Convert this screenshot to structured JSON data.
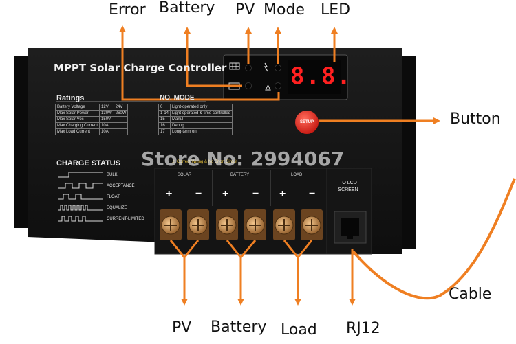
{
  "callouts": {
    "error": "Error",
    "battery_top": "Battery",
    "pv_top": "PV",
    "mode": "Mode",
    "led": "LED",
    "button": "Button",
    "cable": "Cable",
    "pv_bottom": "PV",
    "battery_bottom": "Battery",
    "load": "Load",
    "rj12": "RJ12"
  },
  "device": {
    "title": "MPPT Solar Charge Controller",
    "display": "8.8.",
    "setup_button": "SETUP",
    "watermark": "Store No: 2994067",
    "warning": "⚠ Correct Wiring & No Short Circuit"
  },
  "ratings": {
    "title": "Ratings",
    "rows": [
      {
        "label": "Battery Voltage",
        "v12": "12V",
        "v24": "24V"
      },
      {
        "label": "Max Solar Power",
        "v12": "130W",
        "v24": "260W"
      },
      {
        "label": "Max Solar Voc",
        "v12": "150V",
        "v24": ""
      },
      {
        "label": "Max Charging Current",
        "v12": "10A",
        "v24": ""
      },
      {
        "label": "Max Load Current",
        "v12": "10A",
        "v24": ""
      }
    ]
  },
  "modes": {
    "no_header": "NO.",
    "mode_header": "MODE",
    "rows": [
      {
        "no": "0",
        "mode": "Light-operated only"
      },
      {
        "no": "1-14",
        "mode": "Light operated & time-controlled"
      },
      {
        "no": "15",
        "mode": "Manul"
      },
      {
        "no": "16",
        "mode": "Debug"
      },
      {
        "no": "17",
        "mode": "Long-term on"
      }
    ]
  },
  "charge_status": {
    "title": "CHARGE STATUS",
    "items": [
      "BULK",
      "ACCEPTANCE",
      "FLOAT",
      "EQUALIZE",
      "CURRENT-LIMITED"
    ]
  },
  "terminals": {
    "solar": "SOLAR",
    "battery": "BATTERY",
    "load": "LOAD",
    "plus": "+",
    "minus": "−",
    "lcd_line1": "TO LCD",
    "lcd_line2": "SCREEN"
  },
  "colors": {
    "arrow": "#ef7f22",
    "device": "#161616",
    "button": "#e8231c",
    "led": "#ff2020",
    "screw": "#c98a4a"
  }
}
